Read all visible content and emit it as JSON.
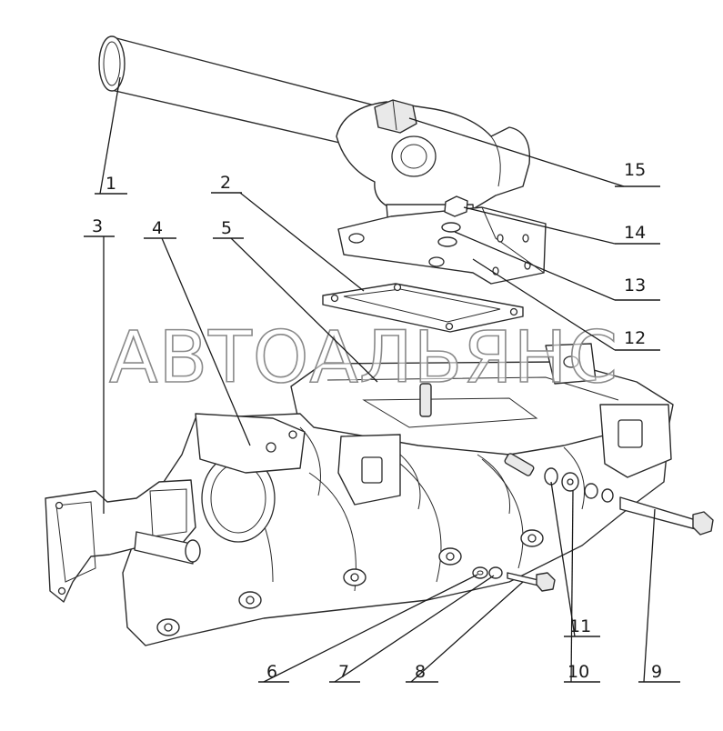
{
  "watermark": {
    "text": "АВТОАЛЬЯНС"
  },
  "callouts": {
    "1": "1",
    "2": "2",
    "3": "3",
    "4": "4",
    "5": "5",
    "6": "6",
    "7": "7",
    "8": "8",
    "9": "9",
    "10": "10",
    "11": "11",
    "12": "12",
    "13": "13",
    "14": "14",
    "15": "15"
  },
  "colors": {
    "line": "#2b2b2b",
    "background": "#ffffff",
    "watermark_outline": "#8a8a8a"
  }
}
